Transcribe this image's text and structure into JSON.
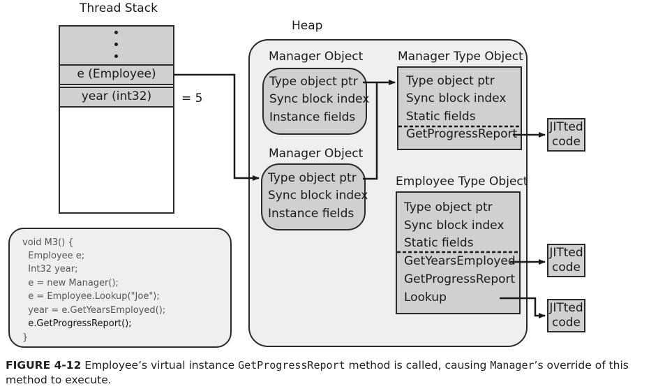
{
  "thread_stack": {
    "title": "Thread Stack",
    "cells": [
      "e (Employee)",
      "year (int32)"
    ],
    "year_value": "=   5"
  },
  "heap": {
    "title": "Heap",
    "manager_objects": [
      {
        "title": "Manager Object",
        "fields": [
          "Type object ptr",
          "Sync block index",
          "Instance fields"
        ]
      },
      {
        "title": "Manager Object",
        "fields": [
          "Type object ptr",
          "Sync block index",
          "Instance fields"
        ]
      }
    ],
    "manager_type": {
      "title": "Manager Type Object",
      "fields": [
        "Type object ptr",
        "Sync block index",
        "Static fields"
      ],
      "methods": [
        "GetProgressReport"
      ]
    },
    "employee_type": {
      "title": "Employee Type Object",
      "fields": [
        "Type object ptr",
        "Sync block index",
        "Static fields"
      ],
      "methods": [
        "GetYearsEmployed",
        "GetProgressReport",
        "Lookup"
      ]
    },
    "jitted_label": [
      "JITted",
      "code"
    ]
  },
  "code": {
    "lines": [
      "void M3() {",
      "  Employee e;",
      "  Int32 year;",
      "  e = new Manager();",
      "  e = Employee.Lookup(\"Joe\");",
      "  year = e.GetYearsEmployed();",
      "  e.GetProgressReport();",
      "}"
    ]
  },
  "caption": {
    "figure": "FIGURE 4-12",
    "part1": "  Employee’s virtual instance ",
    "method": "GetProgressReport",
    "part2": " method is called, causing ",
    "type": "Manager",
    "part3": "’s override of this method to execute."
  }
}
